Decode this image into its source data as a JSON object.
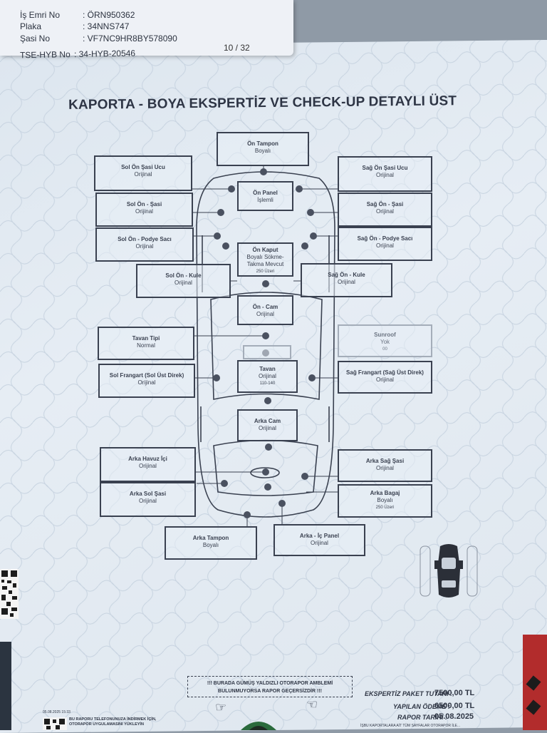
{
  "header": {
    "rows": [
      {
        "label": "İş Emri No",
        "value": ": ÖRN950362"
      },
      {
        "label": "Plaka",
        "value": ": 34NNS747"
      },
      {
        "label": "Şasi No",
        "value": ": VF7NC9HR8BY578090"
      },
      {
        "label": "TSE-HYB No",
        "value": ": 34-HYB-20546"
      }
    ],
    "page": "10 / 32"
  },
  "title": "KAPORTA - BOYA EKSPERTİZ VE CHECK-UP DETAYLI ÜST",
  "parts": {
    "on_tampon": {
      "name": "Ön Tampon",
      "status": "Boyalı"
    },
    "sol_on_sasi_ucu": {
      "name": "Sol Ön Şasi Ucu",
      "status": "Orijinal"
    },
    "sag_on_sasi_ucu": {
      "name": "Sağ Ön Şasi Ucu",
      "status": "Orijinal"
    },
    "on_panel": {
      "name": "Ön Panel",
      "status": "İşlemli"
    },
    "sol_on_sasi": {
      "name": "Sol Ön - Şasi",
      "status": "Orijinal"
    },
    "sag_on_sasi": {
      "name": "Sağ Ön - Şasi",
      "status": "Orijinal"
    },
    "sol_on_podye": {
      "name": "Sol Ön - Podye Sacı",
      "status": "Orijinal"
    },
    "sag_on_podye": {
      "name": "Sağ Ön - Podye Sacı",
      "status": "Orijinal"
    },
    "on_kaput": {
      "name": "Ön Kaput",
      "status": "Boyalı Sökme-Takma Mevcut",
      "extra": "250 Üzeri"
    },
    "sol_on_kule": {
      "name": "Sol Ön - Kule",
      "status": "Orijinal"
    },
    "sag_on_kule": {
      "name": "Sağ Ön - Kule",
      "status": "Orijinal"
    },
    "on_cam": {
      "name": "Ön - Cam",
      "status": "Orijinal"
    },
    "tavan_tipi": {
      "name": "Tavan Tipi",
      "status": "Normal"
    },
    "sunroof": {
      "name": "Sunroof",
      "status": "Yok",
      "extra": "00"
    },
    "tavan": {
      "name": "Tavan",
      "status": "Orijinal",
      "extra": "110-140"
    },
    "sol_frangart": {
      "name": "Sol Frangart (Sol Üst Direk)",
      "status": "Orijinal"
    },
    "sag_frangart": {
      "name": "Sağ Frangart (Sağ Üst Direk)",
      "status": "Orijinal"
    },
    "arka_cam": {
      "name": "Arka Cam",
      "status": "Orijinal"
    },
    "arka_havuz": {
      "name": "Arka Havuz İçi",
      "status": "Orijinal"
    },
    "arka_sag_sasi": {
      "name": "Arka Sağ Şasi",
      "status": "Orijinal"
    },
    "arka_sol_sasi": {
      "name": "Arka Sol Şasi",
      "status": "Orijinal"
    },
    "arka_bagaj": {
      "name": "Arka Bagaj",
      "status": "Boyalı",
      "extra": "250 Üzeri"
    },
    "arka_tampon": {
      "name": "Arka Tampon",
      "status": "Boyalı"
    },
    "arka_ic_panel": {
      "name": "Arka - İç Panel",
      "status": "Orijinal"
    }
  },
  "footer": {
    "warning_line1": "!!! BURADA GÜMÜŞ YALDIZLI OTORAPOR AMBLEMİ",
    "warning_line2": "BULUNMUYORSA RAPOR GEÇERSİZDİR !!!",
    "paket_label": "EKSPERTİZ PAKET TUTARI :",
    "paket_value": "7500,00 TL",
    "odeme_label": "YAPILAN ÖDEME :",
    "odeme_value": "6500,00 TL",
    "tarih_label": "RAPOR TARİHİ :",
    "tarih_value": "05.08.2025",
    "timestamp": "05.08.2025 15:33",
    "app_note1": "BU RAPORU TELEFONUNUZA İNDİRMEK İÇİN,",
    "app_note2": "OTORAPOR UYGULAMASINI YÜKLEYİN",
    "small_note": "İŞBU KAPORTALARA AİT TÜM SAYFALAR OTORAPOR İLE..."
  },
  "colors": {
    "ink": "#3a4150",
    "paper": "#e2e9f1",
    "red_tab": "#b22c2c"
  }
}
